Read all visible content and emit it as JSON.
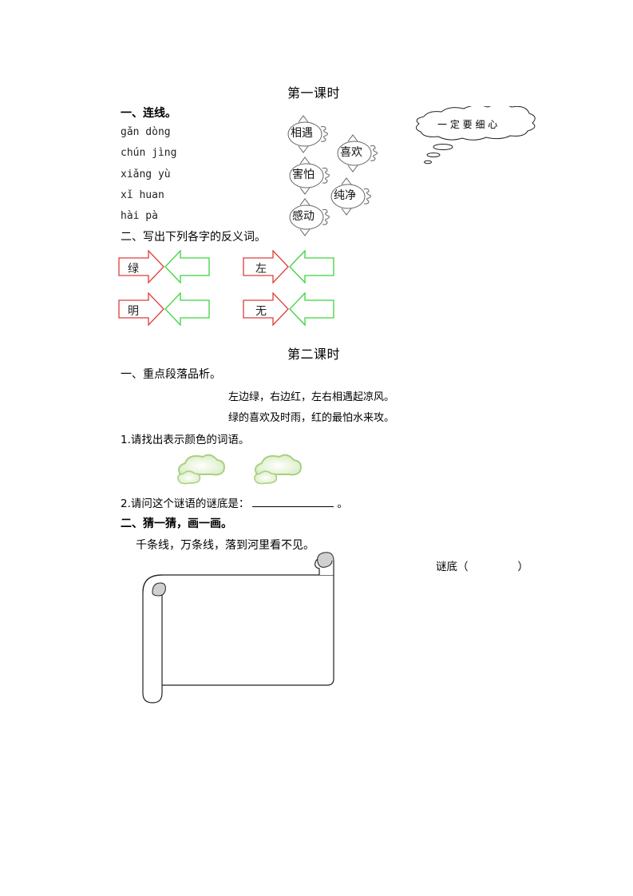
{
  "lesson1": {
    "title": "第一课时",
    "section1": {
      "heading": "一、连线。",
      "pinyin": [
        "gǎn  dòng",
        "chún  jìng",
        "xiǎng  yù",
        "xǐ  huan",
        "hài  pà"
      ],
      "words": [
        "相遇",
        "喜欢",
        "害怕",
        "纯净",
        "感动"
      ]
    },
    "thought_bubble": "一 定 要 细 心",
    "section2": {
      "heading": "二、写出下列各字的反义词。",
      "pairs": [
        {
          "given": "绿",
          "answer": ""
        },
        {
          "given": "左",
          "answer": ""
        },
        {
          "given": "明",
          "answer": ""
        },
        {
          "given": "无",
          "answer": ""
        }
      ],
      "colors": {
        "given_arrow": "#e03c3c",
        "answer_arrow": "#3ed43e"
      }
    }
  },
  "lesson2": {
    "title": "第二课时",
    "section1": {
      "heading": "一、重点段落品析。",
      "poem": [
        "左边绿，右边红，左右相遇起凉风。",
        "绿的喜欢及时雨，红的最怕水来攻。"
      ],
      "q1": "1.请找出表示颜色的词语。",
      "q2_prefix": "2.请问这个谜语的谜底是：",
      "q2_suffix": "。",
      "cloud_color": "#a8d080"
    },
    "section2": {
      "heading": "二、猜一猜，画一画。",
      "riddle": "千条线，万条线，落到河里看不见。",
      "answer_label": "谜底（",
      "answer_close": "）"
    }
  }
}
